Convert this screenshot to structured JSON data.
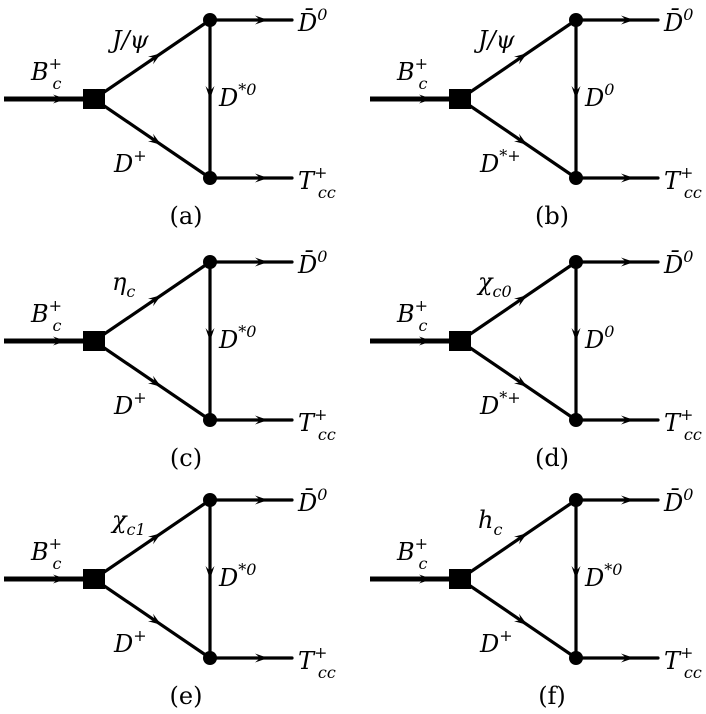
{
  "diagrams": [
    {
      "caption": "(a)",
      "top_label": {
        "base": "J/ψ",
        "sub": ""
      },
      "bottom_label": {
        "base": "D",
        "sup": "+",
        "sub": ""
      },
      "vertical_label": {
        "base": "D",
        "sup": "*0"
      },
      "incoming": {
        "base": "B",
        "sup": "+",
        "sub": "c"
      },
      "out_top": {
        "base": "D̄",
        "sup": "0"
      },
      "out_bottom": {
        "base": "T",
        "sup": "+",
        "sub": "cc"
      }
    },
    {
      "caption": "(b)",
      "top_label": {
        "base": "J/ψ",
        "sub": ""
      },
      "bottom_label": {
        "base": "D",
        "sup": "*+",
        "sub": ""
      },
      "vertical_label": {
        "base": "D",
        "sup": "0"
      },
      "incoming": {
        "base": "B",
        "sup": "+",
        "sub": "c"
      },
      "out_top": {
        "base": "D̄",
        "sup": "0"
      },
      "out_bottom": {
        "base": "T",
        "sup": "+",
        "sub": "cc"
      }
    },
    {
      "caption": "(c)",
      "top_label": {
        "base": "η",
        "sub": "c"
      },
      "bottom_label": {
        "base": "D",
        "sup": "+",
        "sub": ""
      },
      "vertical_label": {
        "base": "D",
        "sup": "*0"
      },
      "incoming": {
        "base": "B",
        "sup": "+",
        "sub": "c"
      },
      "out_top": {
        "base": "D̄",
        "sup": "0"
      },
      "out_bottom": {
        "base": "T",
        "sup": "+",
        "sub": "cc"
      }
    },
    {
      "caption": "(d)",
      "top_label": {
        "base": "χ",
        "sub": "c0"
      },
      "bottom_label": {
        "base": "D",
        "sup": "*+",
        "sub": ""
      },
      "vertical_label": {
        "base": "D",
        "sup": "0"
      },
      "incoming": {
        "base": "B",
        "sup": "+",
        "sub": "c"
      },
      "out_top": {
        "base": "D̄",
        "sup": "0"
      },
      "out_bottom": {
        "base": "T",
        "sup": "+",
        "sub": "cc"
      }
    },
    {
      "caption": "(e)",
      "top_label": {
        "base": "χ",
        "sub": "c1"
      },
      "bottom_label": {
        "base": "D",
        "sup": "+",
        "sub": ""
      },
      "vertical_label": {
        "base": "D",
        "sup": "*0"
      },
      "incoming": {
        "base": "B",
        "sup": "+",
        "sub": "c"
      },
      "out_top": {
        "base": "D̄",
        "sup": "0"
      },
      "out_bottom": {
        "base": "T",
        "sup": "+",
        "sub": "cc"
      }
    },
    {
      "caption": "(f)",
      "top_label": {
        "base": "h",
        "sub": "c"
      },
      "bottom_label": {
        "base": "D",
        "sup": "+",
        "sub": ""
      },
      "vertical_label": {
        "base": "D",
        "sup": "*0"
      },
      "incoming": {
        "base": "B",
        "sup": "+",
        "sub": "c"
      },
      "out_top": {
        "base": "D̄",
        "sup": "0"
      },
      "out_bottom": {
        "base": "T",
        "sup": "+",
        "sub": "cc"
      }
    }
  ]
}
